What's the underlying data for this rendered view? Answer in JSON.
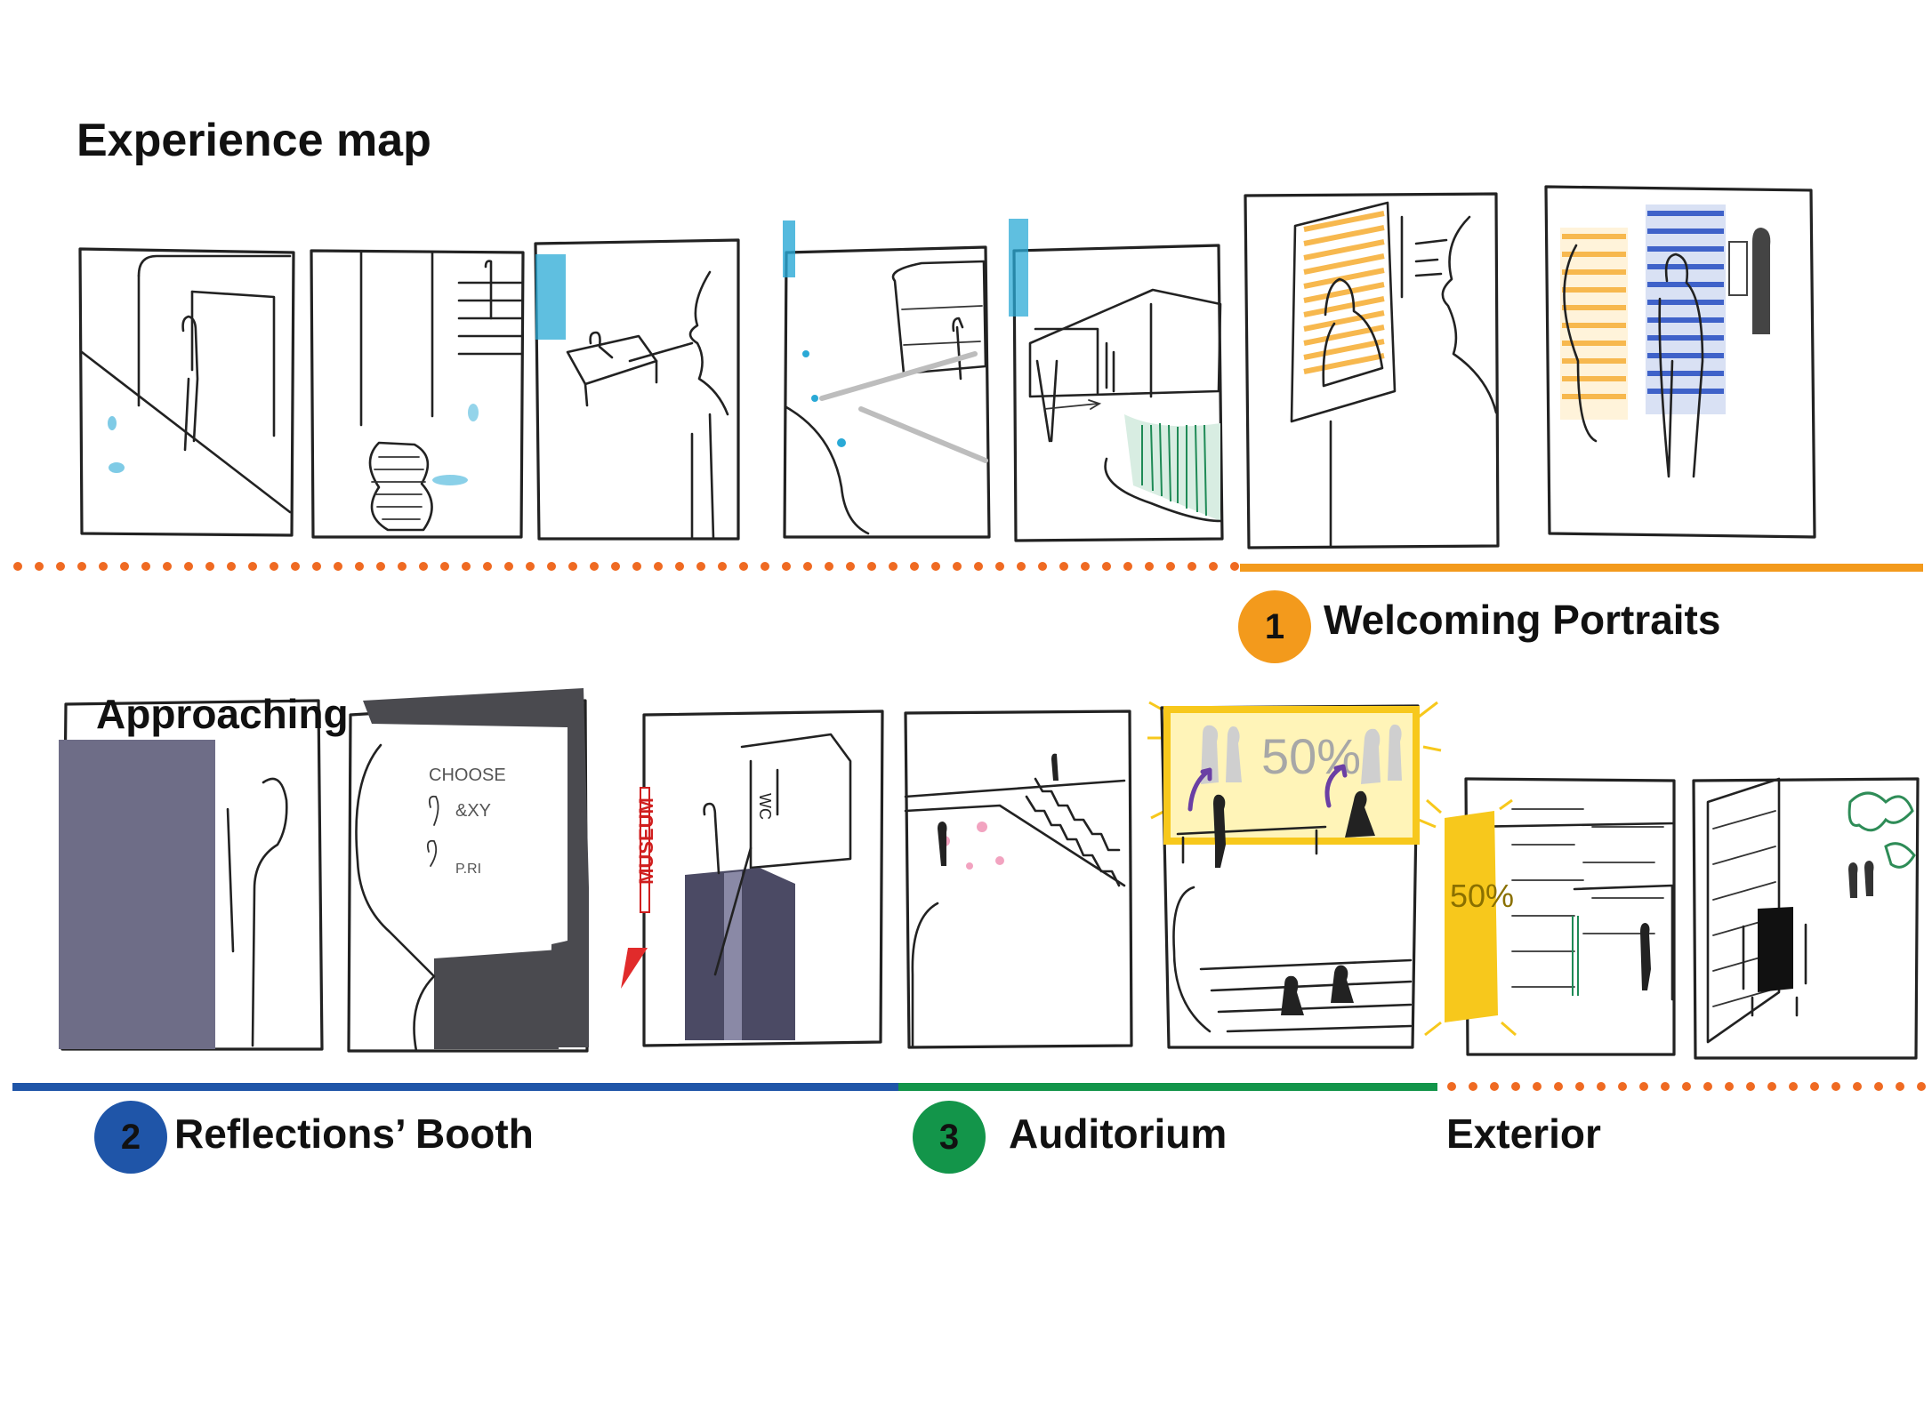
{
  "title": "Experience map",
  "labels": {
    "approaching": "Approaching",
    "exterior": "Exterior"
  },
  "stages": [
    {
      "number": "1",
      "name": "Welcoming Portraits",
      "color": "#f39a1c"
    },
    {
      "number": "2",
      "name": "Reflections’ Booth",
      "color": "#1f55a8"
    },
    {
      "number": "3",
      "name": "Auditorium",
      "color": "#13954a"
    }
  ],
  "sketch_text": {
    "museum_sign": "MUSEUM",
    "wc_sign": "WC",
    "screen_percent": "50%",
    "banner_percent": "50%",
    "board_lines": [
      "CHOOSE",
      "&XY",
      "P.RI"
    ]
  },
  "colors": {
    "dotted_line": "#ef6a22",
    "sketch_blue": "#2aa9d6",
    "highlight_yellow": "#f7c81c",
    "booth_grey": "#6e6d87"
  }
}
